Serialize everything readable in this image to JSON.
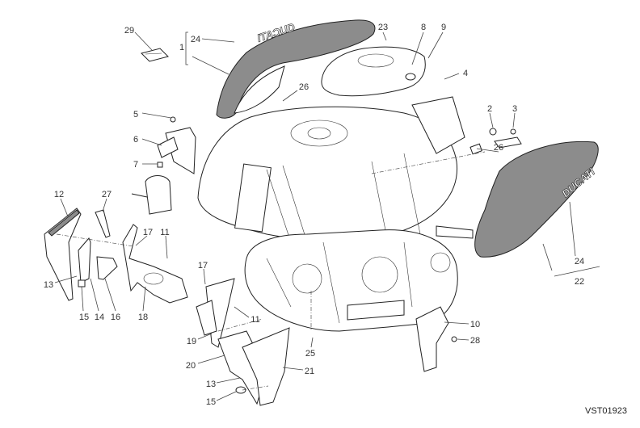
{
  "diagram": {
    "drawing_code": "VST01923",
    "logo_text": "DUCATI",
    "callouts": {
      "c29": "29",
      "c24_top": "24",
      "c1": "1",
      "c23": "23",
      "c8": "8",
      "c9": "9",
      "c26_top": "26",
      "c4": "4",
      "c5": "5",
      "c6": "6",
      "c7": "7",
      "c2": "2",
      "c3": "3",
      "c26_right": "26",
      "c12": "12",
      "c27": "27",
      "c17_left": "17",
      "c11_left": "11",
      "c13_left": "13",
      "c15_left": "15",
      "c14": "14",
      "c16": "16",
      "c18": "18",
      "c17_mid": "17",
      "c11_mid": "11",
      "c19": "19",
      "c20": "20",
      "c13_mid": "13",
      "c15_mid": "15",
      "c21": "21",
      "c25": "25",
      "c24_right": "24",
      "c22": "22",
      "c10": "10",
      "c28": "28"
    }
  }
}
